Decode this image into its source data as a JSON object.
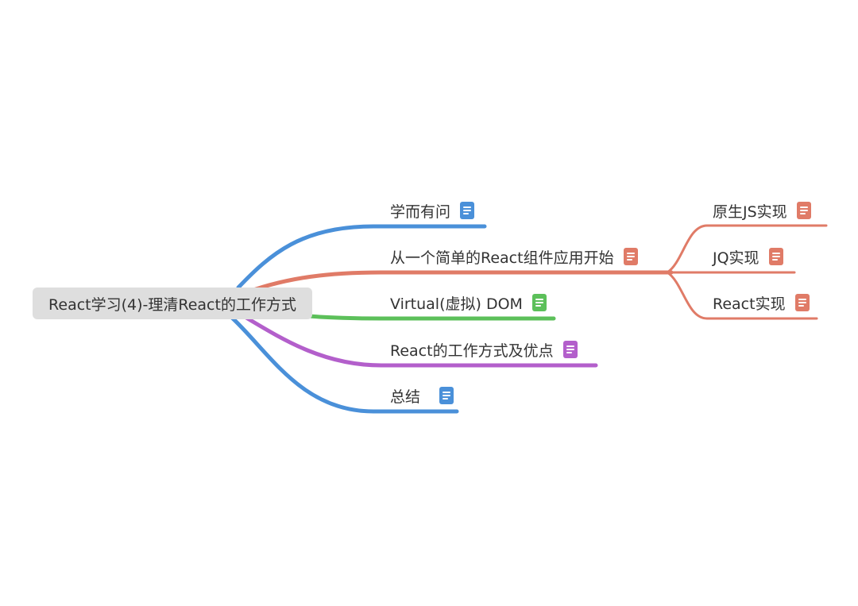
{
  "root": {
    "label": "React学习(4)-理清React的工作方式"
  },
  "branches": [
    {
      "label": "学而有问",
      "color": "#4a90d9",
      "icon": "note-icon"
    },
    {
      "label": "从一个简单的React组件应用开始",
      "color": "#e07b67",
      "icon": "note-icon",
      "children": [
        {
          "label": "原生JS实现",
          "color": "#e07b67",
          "icon": "note-icon"
        },
        {
          "label": "JQ实现",
          "color": "#e07b67",
          "icon": "note-icon"
        },
        {
          "label": "React实现",
          "color": "#e07b67",
          "icon": "note-icon"
        }
      ]
    },
    {
      "label": "Virtual(虚拟) DOM",
      "color": "#5cc05a",
      "icon": "note-icon"
    },
    {
      "label": "React的工作方式及优点",
      "color": "#b35fcb",
      "icon": "note-icon"
    },
    {
      "label": "总结",
      "color": "#4a90d9",
      "icon": "note-icon"
    }
  ]
}
